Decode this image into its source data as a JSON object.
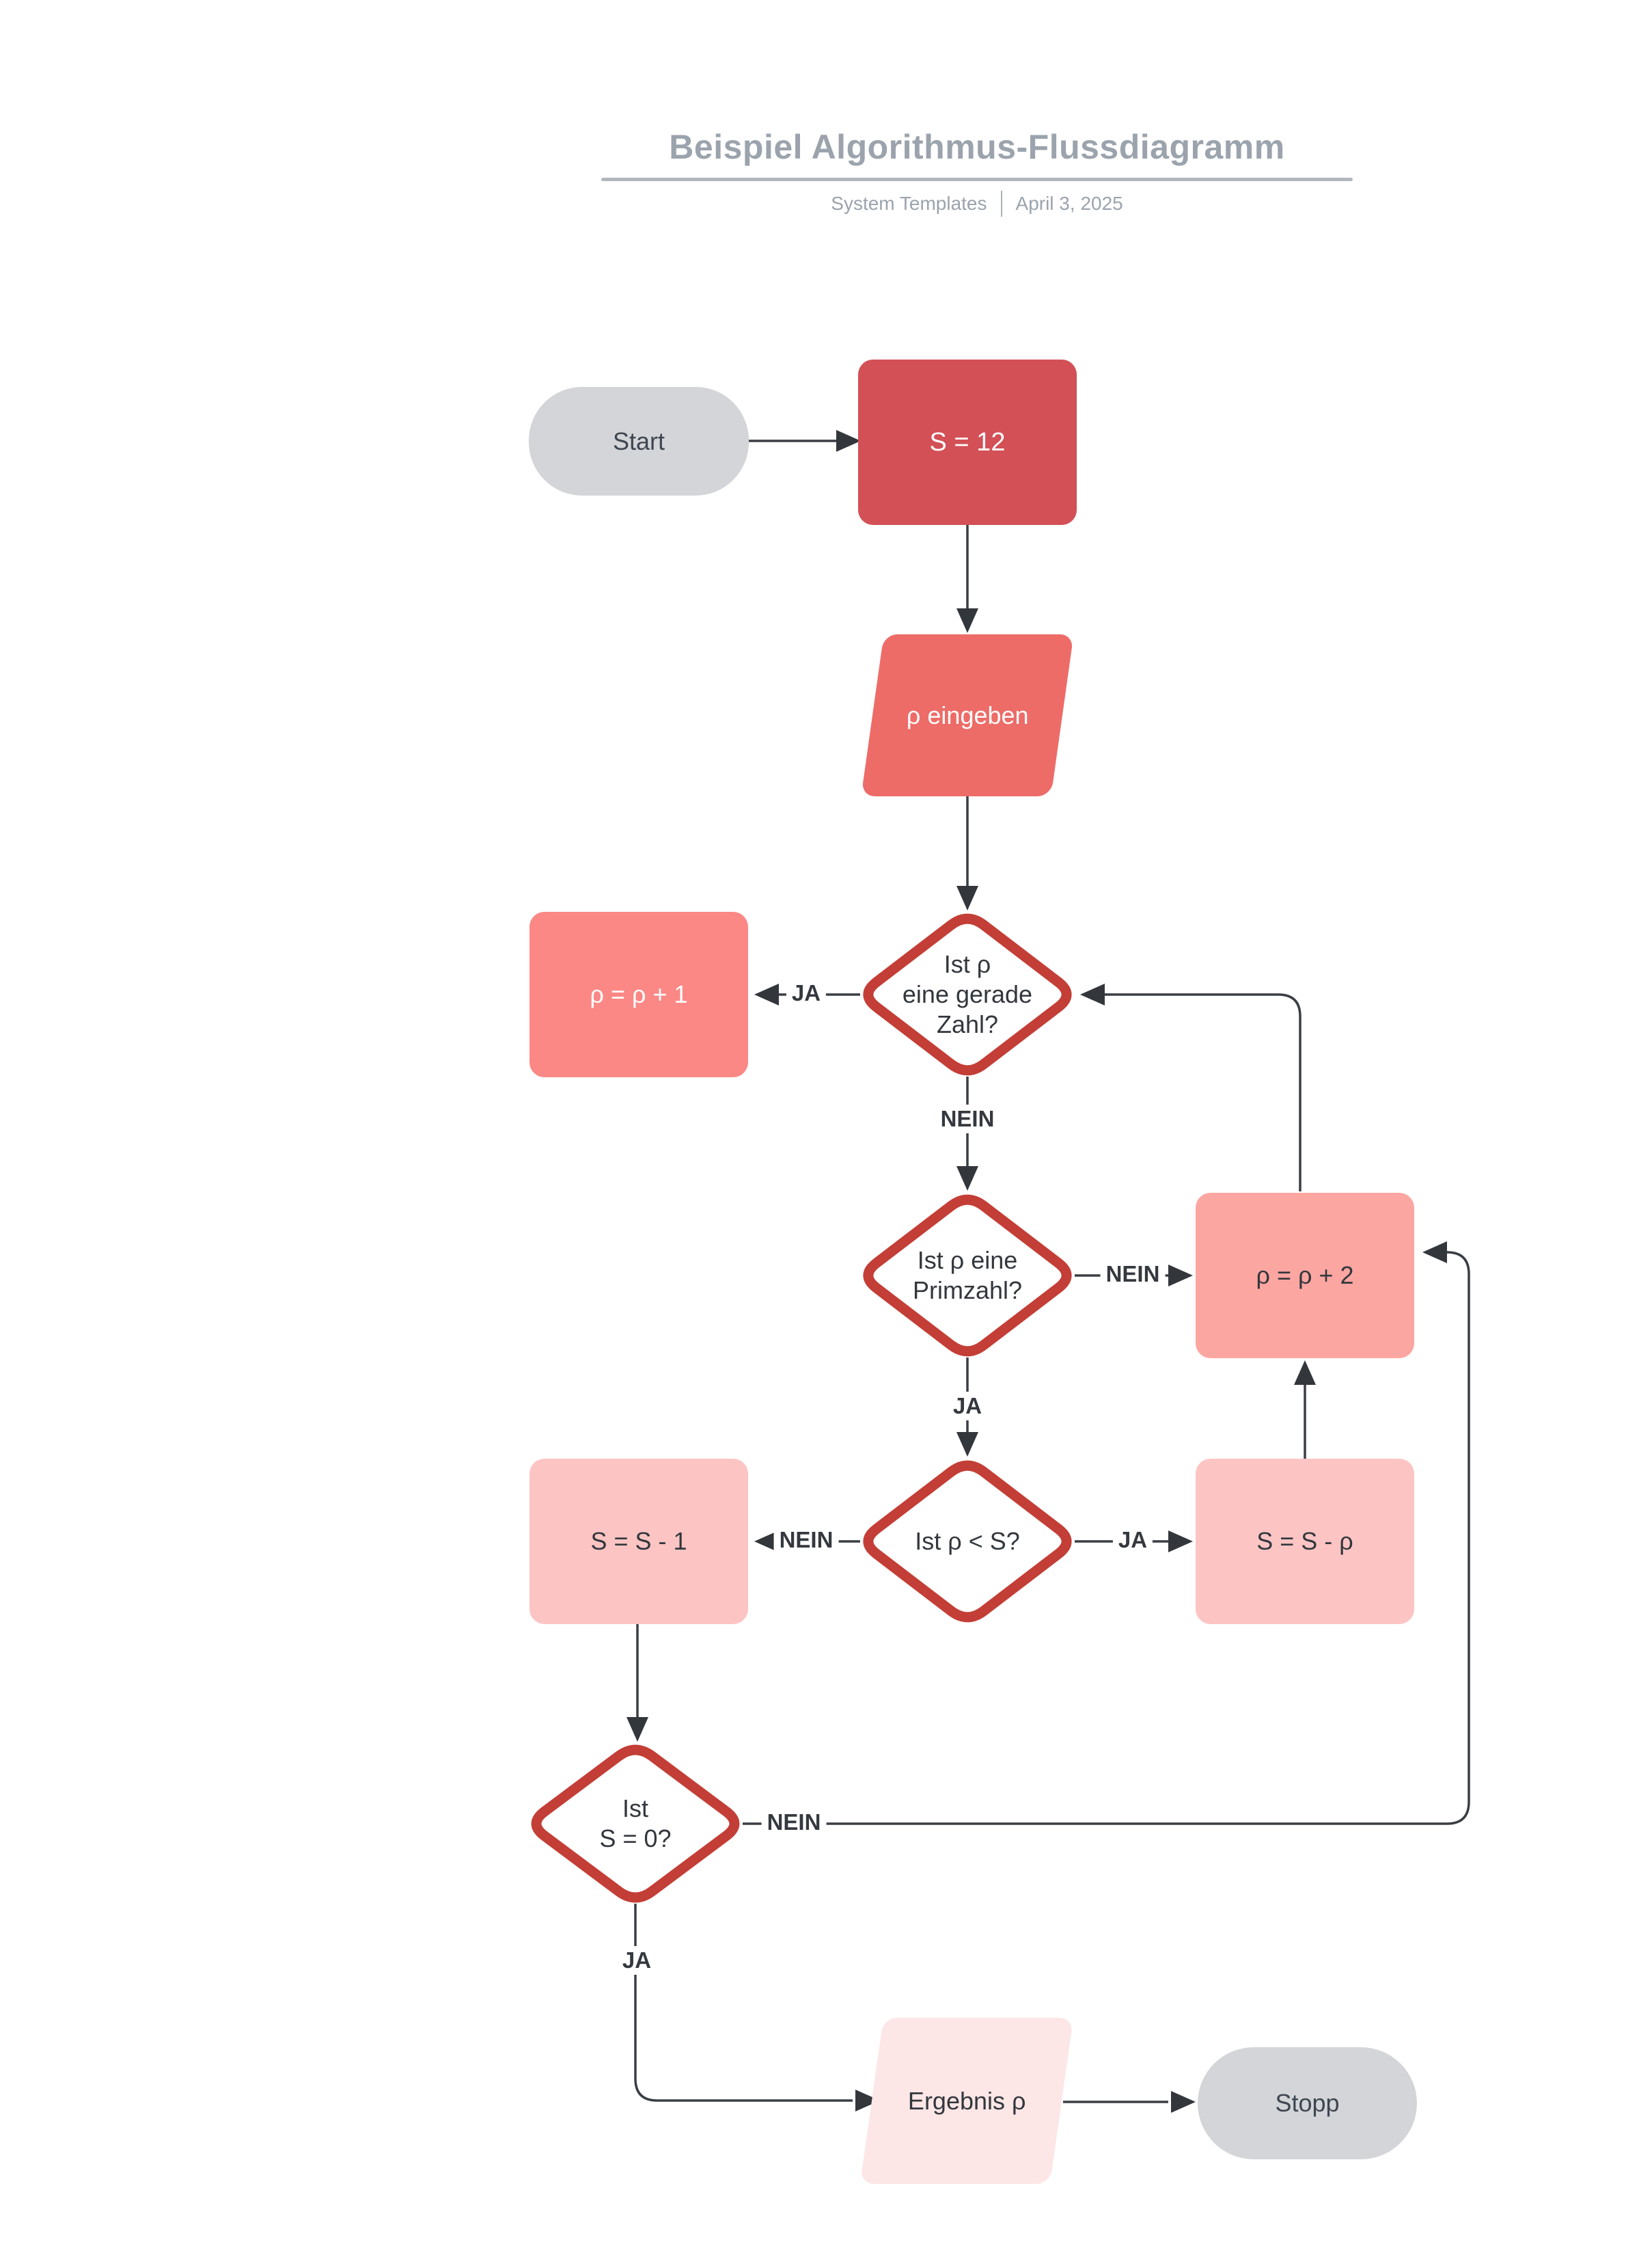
{
  "header": {
    "title": "Beispiel Algorithmus-Flussdiagramm",
    "author": "System Templates",
    "date": "April 3, 2025"
  },
  "nodes": {
    "start": {
      "label": "Start"
    },
    "init": {
      "label": "S = 12"
    },
    "input": {
      "label": "ρ eingeben"
    },
    "check_even": {
      "line1": "Ist ρ",
      "line2": "eine gerade",
      "line3": "Zahl?"
    },
    "inc_one": {
      "label": "ρ = ρ + 1"
    },
    "check_prime": {
      "line1": "Ist ρ eine",
      "line2": "Primzahl?"
    },
    "inc_two": {
      "label": "ρ = ρ + 2"
    },
    "check_less": {
      "label": "Ist ρ < S?"
    },
    "dec_one": {
      "label": "S = S - 1"
    },
    "sub_rho": {
      "label": "S = S - ρ"
    },
    "check_zero": {
      "line1": "Ist",
      "line2": "S = 0?"
    },
    "output": {
      "label": "Ergebnis ρ"
    },
    "stop": {
      "label": "Stopp"
    }
  },
  "edge_labels": {
    "even_yes": "JA",
    "even_no": "NEIN",
    "prime_no": "NEIN",
    "prime_yes": "JA",
    "less_no": "NEIN",
    "less_yes": "JA",
    "zero_no": "NEIN",
    "zero_yes": "JA"
  },
  "colors": {
    "process_red": "#d25056",
    "io_coral": "#ed6c68",
    "step_salmon": "#fb8885",
    "step_pink": "#fca6a2",
    "step_light_pink": "#fcc5c4",
    "io_pale_pink": "#fde6e6",
    "decision_border": "#c33e36",
    "terminator_gray": "#d3d5d8",
    "line": "#3a3e44",
    "text_dark": "#33373d",
    "header_gray": "#9ba3ad"
  }
}
